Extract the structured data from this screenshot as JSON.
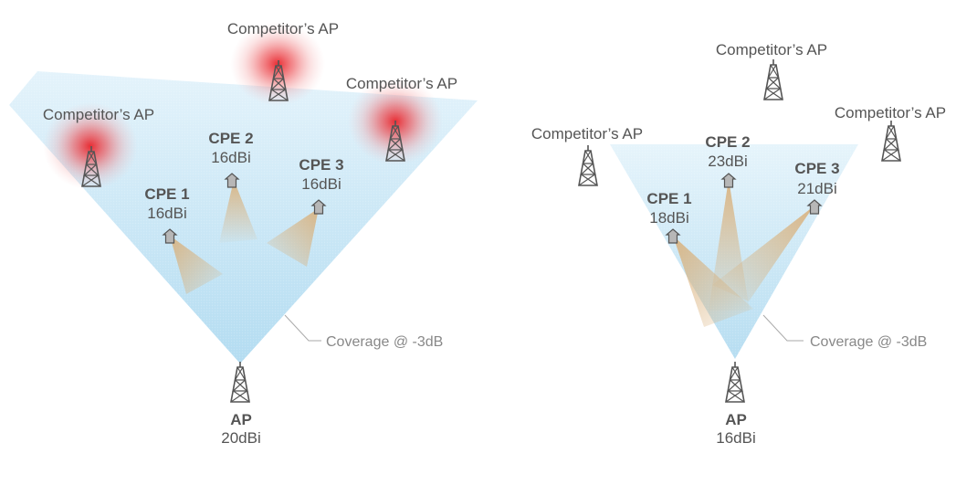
{
  "left": {
    "ap": {
      "name": "AP",
      "gain": "20dBi"
    },
    "competitors": [
      {
        "label": "Competitor’s AP",
        "interference": true
      },
      {
        "label": "Competitor’s AP",
        "interference": true
      },
      {
        "label": "Competitor’s AP",
        "interference": true
      }
    ],
    "cpes": [
      {
        "name": "CPE 1",
        "gain": "16dBi"
      },
      {
        "name": "CPE 2",
        "gain": "16dBi"
      },
      {
        "name": "CPE 3",
        "gain": "16dBi"
      }
    ],
    "coverage_label": "Coverage @ -3dB"
  },
  "right": {
    "ap": {
      "name": "AP",
      "gain": "16dBi"
    },
    "competitors": [
      {
        "label": "Competitor’s AP",
        "interference": false
      },
      {
        "label": "Competitor’s AP",
        "interference": false
      },
      {
        "label": "Competitor’s AP",
        "interference": false
      }
    ],
    "cpes": [
      {
        "name": "CPE 1",
        "gain": "18dBi"
      },
      {
        "name": "CPE 2",
        "gain": "23dBi"
      },
      {
        "name": "CPE 3",
        "gain": "21dBi"
      }
    ],
    "coverage_label": "Coverage @ -3dB"
  },
  "colors": {
    "coverage_top": "#d2ecf8",
    "coverage_bottom": "#b7def2",
    "beam": "#d9b98a",
    "interference": "#e8232a",
    "tower": "#555555",
    "leader": "#aaaaaa"
  }
}
